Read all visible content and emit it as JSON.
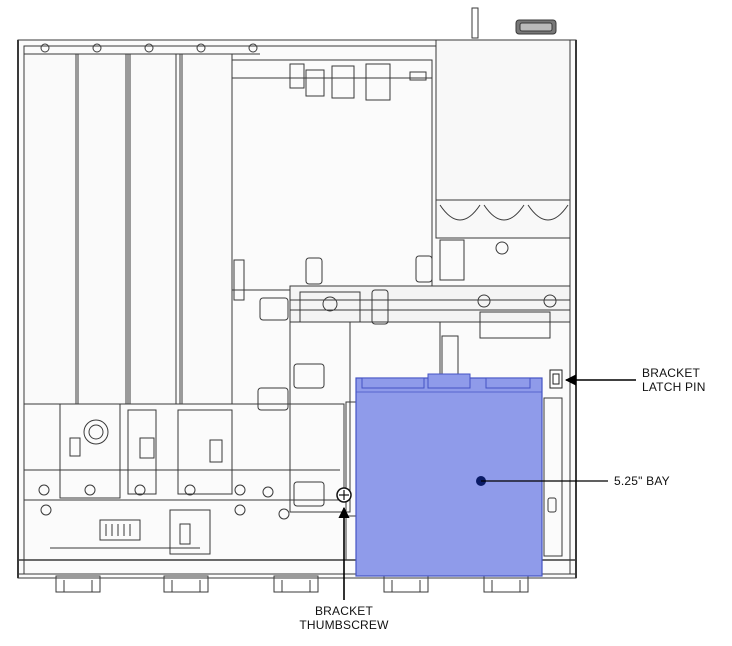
{
  "callouts": {
    "latch_pin": {
      "line1": "BRACKET",
      "line2": "LATCH PIN"
    },
    "bay": {
      "label": "5.25\" BAY"
    },
    "thumbscrew": {
      "line1": "BRACKET",
      "line2": "THUMBSCREW"
    }
  },
  "colors": {
    "bay_fill": "#8f9bea",
    "bay_stroke": "#4453c4",
    "line": "#3a3a3a",
    "shade": "#c8c8c8",
    "callout": "#000000"
  }
}
